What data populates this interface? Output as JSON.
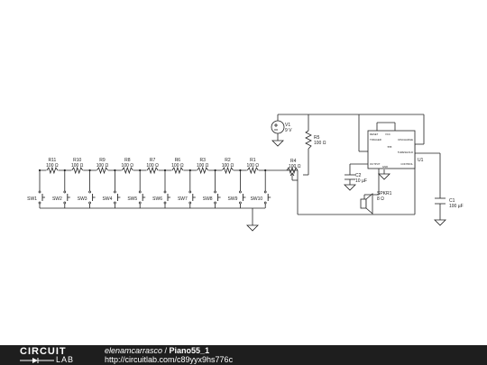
{
  "components": {
    "resistors": [
      {
        "ref": "R11",
        "value": "100 Ω"
      },
      {
        "ref": "R10",
        "value": "100 Ω"
      },
      {
        "ref": "R9",
        "value": "100 Ω"
      },
      {
        "ref": "R8",
        "value": "100 Ω"
      },
      {
        "ref": "R7",
        "value": "100 Ω"
      },
      {
        "ref": "R6",
        "value": "100 Ω"
      },
      {
        "ref": "R3",
        "value": "100 Ω"
      },
      {
        "ref": "R2",
        "value": "100 Ω"
      },
      {
        "ref": "R1",
        "value": "100 Ω"
      }
    ],
    "switches": [
      "SW1",
      "SW2",
      "SW3",
      "SW4",
      "SW5",
      "SW6",
      "SW7",
      "SW8",
      "SW9",
      "SW10"
    ],
    "v1": {
      "ref": "V1",
      "value": "9 V"
    },
    "r5": {
      "ref": "R5",
      "value": "100 Ω"
    },
    "r4": {
      "ref": "R4",
      "value": "100 Ω"
    },
    "c2": {
      "ref": "C2",
      "value": "10 µF"
    },
    "c1": {
      "ref": "C1",
      "value": "100 µF"
    },
    "spkr": {
      "ref": "SPKR1",
      "value": "8 Ω"
    },
    "u1": {
      "ref": "U1",
      "part": "555",
      "pins": {
        "reset": "RESET",
        "vcc": "VCC",
        "trigger": "TRIGGER",
        "discharge": "DISCHARGE",
        "threshold": "THRESHOLD",
        "output": "OUTPUT",
        "control": "CONTROL",
        "gnd": "GND"
      }
    }
  },
  "footer": {
    "logo_top": "CIRCUIT",
    "logo_bottom": "LAB",
    "author": "elenamcarrasco",
    "separator": " / ",
    "title": "Piano55_1",
    "url": "http://circuitlab.com/c89yyx9hs776c"
  }
}
